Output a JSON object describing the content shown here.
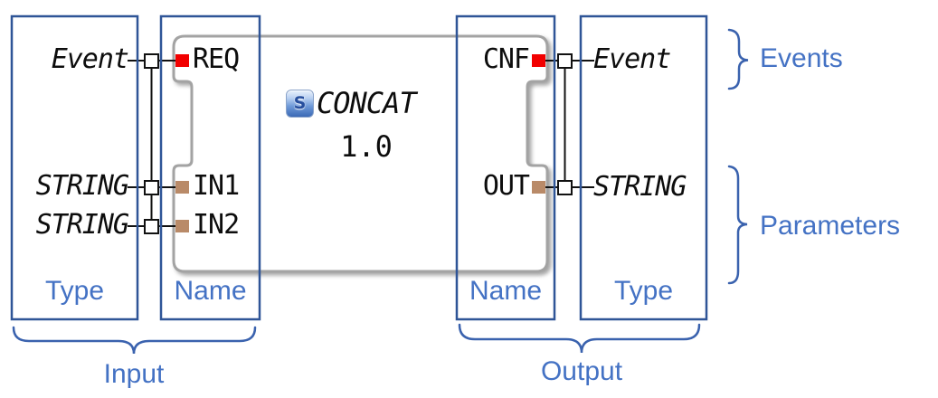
{
  "block": {
    "icon": "S",
    "name": "CONCAT",
    "version": "1.0"
  },
  "inputs": {
    "events": [
      {
        "type": "Event",
        "name": "REQ"
      }
    ],
    "parameters": [
      {
        "type": "STRING",
        "name": "IN1"
      },
      {
        "type": "STRING",
        "name": "IN2"
      }
    ],
    "column_labels": {
      "type": "Type",
      "name": "Name"
    },
    "group_label": "Input"
  },
  "outputs": {
    "events": [
      {
        "name": "CNF",
        "type": "Event"
      }
    ],
    "parameters": [
      {
        "name": "OUT",
        "type": "STRING"
      }
    ],
    "column_labels": {
      "name": "Name",
      "type": "Type"
    },
    "group_label": "Output"
  },
  "annotations": {
    "events": "Events",
    "parameters": "Parameters"
  },
  "colors": {
    "event_pin": "#f20000",
    "data_pin": "#b98a68",
    "label_blue": "#4472c4",
    "box_border": "#2f5597",
    "block_border": "#a3a3a3"
  }
}
